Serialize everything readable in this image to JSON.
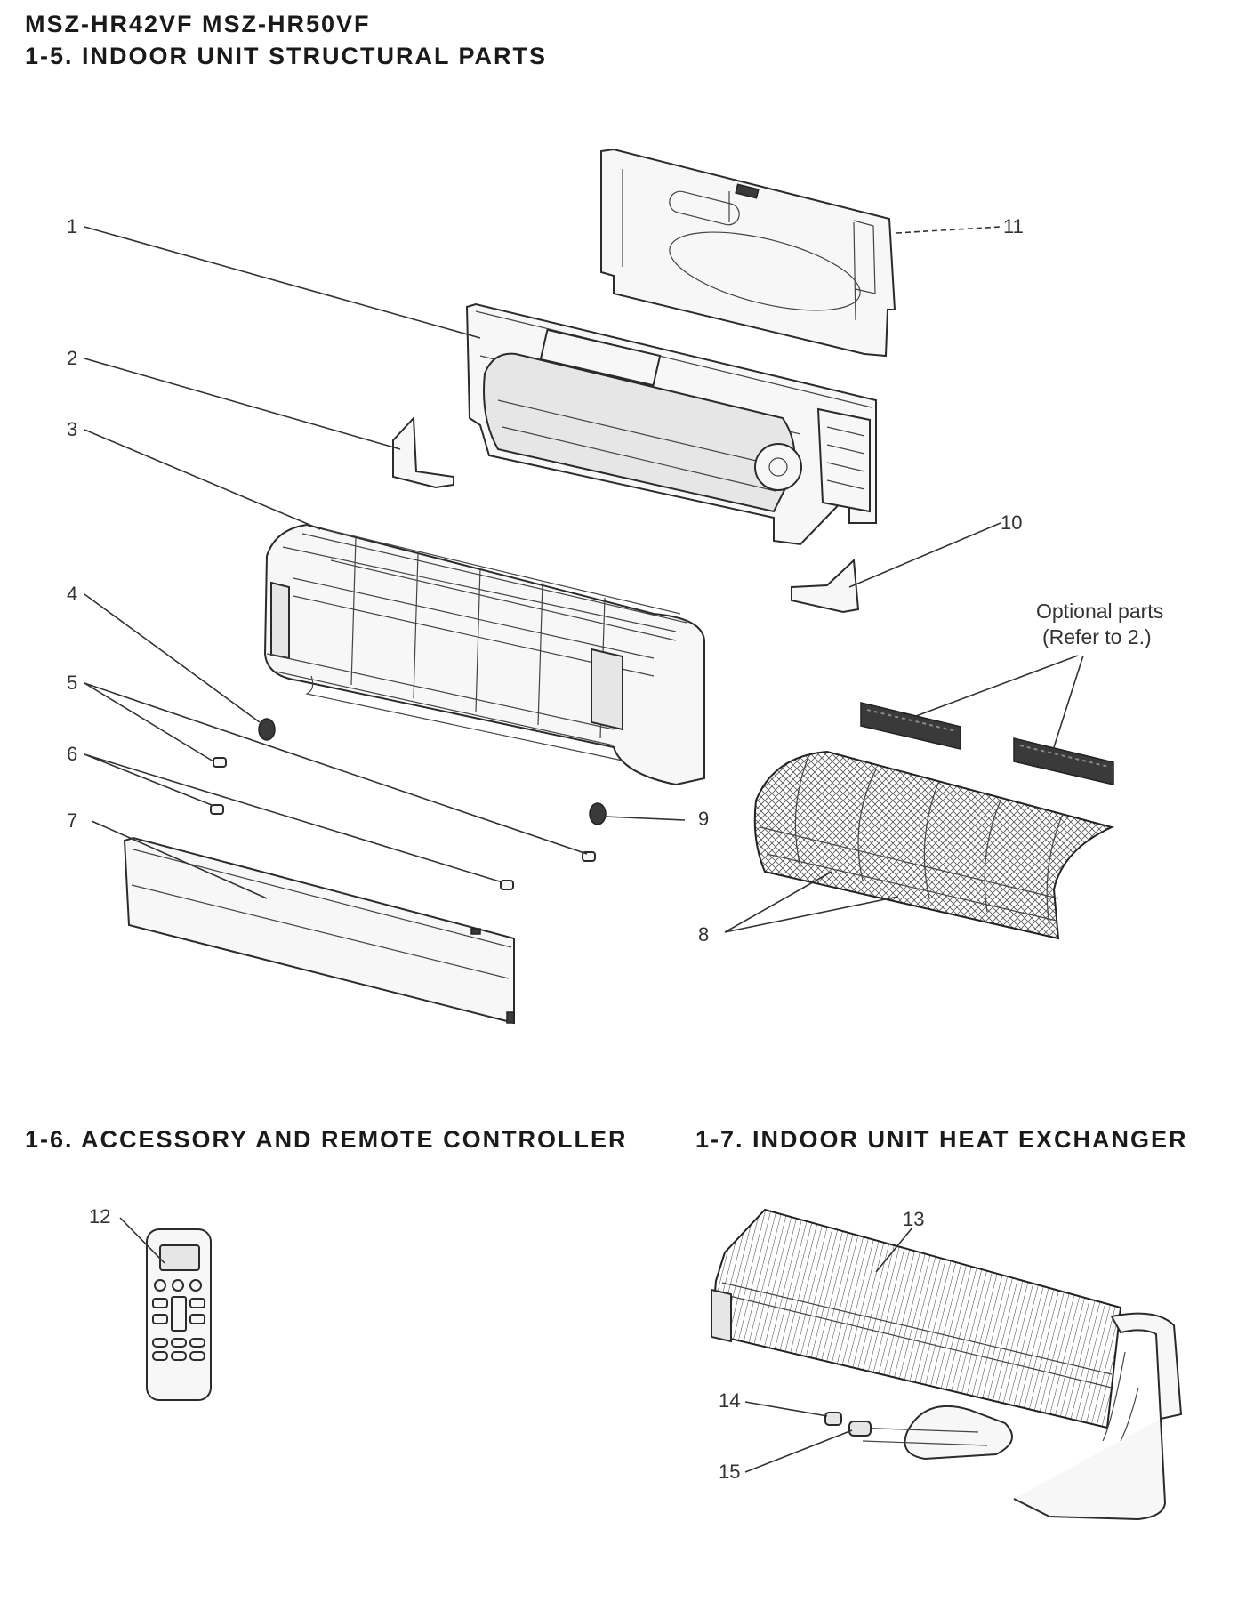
{
  "header": {
    "model": "MSZ-HR42VF  MSZ-HR50VF",
    "section_1_5": "1-5. INDOOR UNIT STRUCTURAL PARTS",
    "section_1_6": "1-6. ACCESSORY AND REMOTE CONTROLLER",
    "section_1_7": "1-7. INDOOR UNIT HEAT EXCHANGER"
  },
  "optional_note": {
    "line1": "Optional parts",
    "line2": "(Refer to 2.)"
  },
  "callouts": [
    "1",
    "2",
    "3",
    "4",
    "5",
    "6",
    "7",
    "8",
    "9",
    "10",
    "11",
    "12",
    "13",
    "14",
    "15"
  ],
  "icons": [
    "back-plate-icon",
    "unit-chassis-icon",
    "bracket-icon",
    "front-panel-icon",
    "vane-icon",
    "air-filter-icon",
    "remote-controller-icon",
    "heat-exchanger-icon"
  ]
}
